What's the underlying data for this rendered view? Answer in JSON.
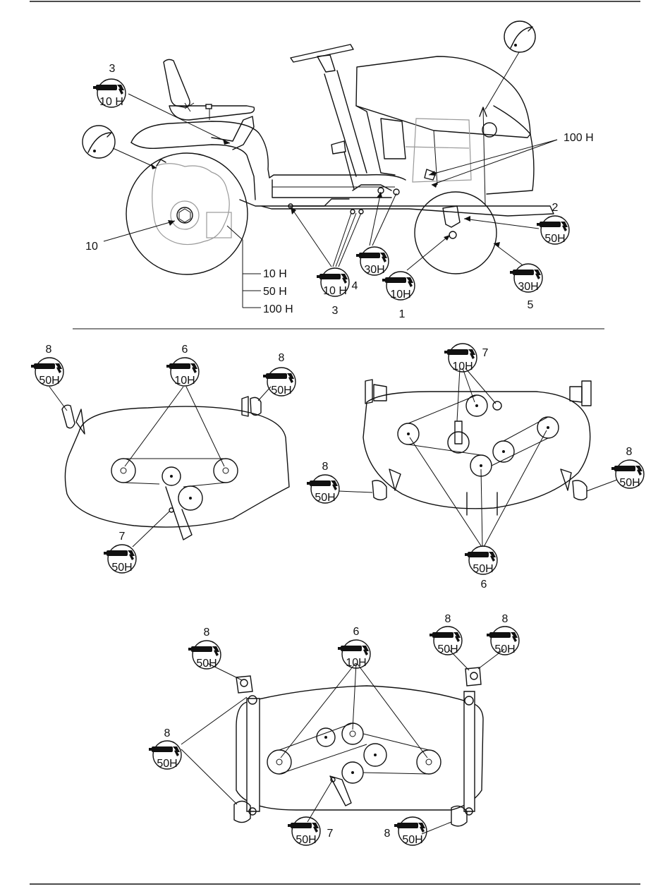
{
  "tractor": {
    "callouts": {
      "c3_top": {
        "num": "3",
        "interval": "10 H"
      },
      "c10": {
        "num": "10"
      },
      "c3_bottom": {
        "num": "3",
        "interval": "10 H"
      },
      "c4": {
        "num": "4",
        "interval": "30H"
      },
      "c1": {
        "num": "1",
        "interval": "10H"
      },
      "c5": {
        "num": "5",
        "interval": "30H"
      },
      "c2": {
        "num": "2",
        "interval": "50H"
      },
      "c_engine": {
        "interval": "100 H"
      }
    },
    "transmission_intervals": [
      "10 H",
      "50 H",
      "100 H"
    ]
  },
  "deck_left": {
    "c8a": {
      "num": "8",
      "interval": "50H"
    },
    "c6": {
      "num": "6",
      "interval": "10H"
    },
    "c8b": {
      "num": "8",
      "interval": "50H"
    },
    "c7": {
      "num": "7",
      "interval": "50H"
    }
  },
  "deck_right": {
    "c7": {
      "num": "7",
      "interval": "10H"
    },
    "c8a": {
      "num": "8",
      "interval": "50H"
    },
    "c8b": {
      "num": "8",
      "interval": "50H"
    },
    "c6": {
      "num": "6",
      "interval": "50H"
    }
  },
  "deck_bottom": {
    "c8a": {
      "num": "8",
      "interval": "50H"
    },
    "c6": {
      "num": "6",
      "interval": "10H"
    },
    "c8b": {
      "num": "8",
      "interval": "50H"
    },
    "c8c": {
      "num": "8",
      "interval": "50H"
    },
    "c8d": {
      "num": "8",
      "interval": "50H"
    },
    "c7": {
      "num": "7",
      "interval": "50H"
    },
    "c8e": {
      "num": "8",
      "interval": "50H"
    }
  }
}
